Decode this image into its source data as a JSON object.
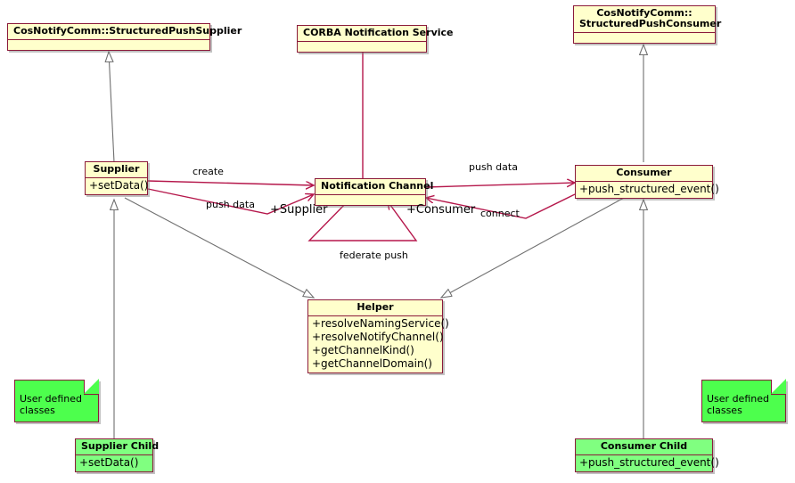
{
  "diagram": {
    "title": "CORBA Notification Service UML class diagram",
    "colors": {
      "class_border": "#8B1A3A",
      "class_fill": "#FFFFCC",
      "user_class_fill": "#80FF80",
      "note_fill": "#4DFF4D",
      "association_line": "#B5174B",
      "inheritance_line": "#808080"
    }
  },
  "classes": {
    "structured_push_supplier": {
      "name": "CosNotifyComm::StructuredPushSupplier",
      "members": []
    },
    "structured_push_consumer": {
      "name_line1": "CosNotifyComm::",
      "name_line2": "StructuredPushConsumer",
      "members": []
    },
    "corba_notification_service": {
      "name": "CORBA Notification Service",
      "members": []
    },
    "supplier": {
      "name": "Supplier",
      "members": [
        "+setData()"
      ]
    },
    "notification_channel": {
      "name": "Notification Channel",
      "members": []
    },
    "consumer": {
      "name": "Consumer",
      "members": [
        "+push_structured_event()"
      ]
    },
    "helper": {
      "name": "Helper",
      "members": [
        "+resolveNamingService()",
        "+resolveNotifyChannel()",
        "+getChannelKind()",
        "+getChannelDomain()"
      ]
    },
    "supplier_child": {
      "name": "Supplier Child",
      "members": [
        "+setData()"
      ]
    },
    "consumer_child": {
      "name": "Consumer Child",
      "members": [
        "+push_structured_event()"
      ]
    }
  },
  "notes": {
    "left": {
      "line1": "User defined",
      "line2": "classes"
    },
    "right": {
      "line1": "User defined",
      "line2": "classes"
    }
  },
  "edge_labels": {
    "create": "create",
    "push_data_left": "push data",
    "push_data_right": "push data",
    "supplier_role": "+Supplier",
    "consumer_role": "+Consumer",
    "connect": "connect",
    "federate_push": "federate push"
  }
}
